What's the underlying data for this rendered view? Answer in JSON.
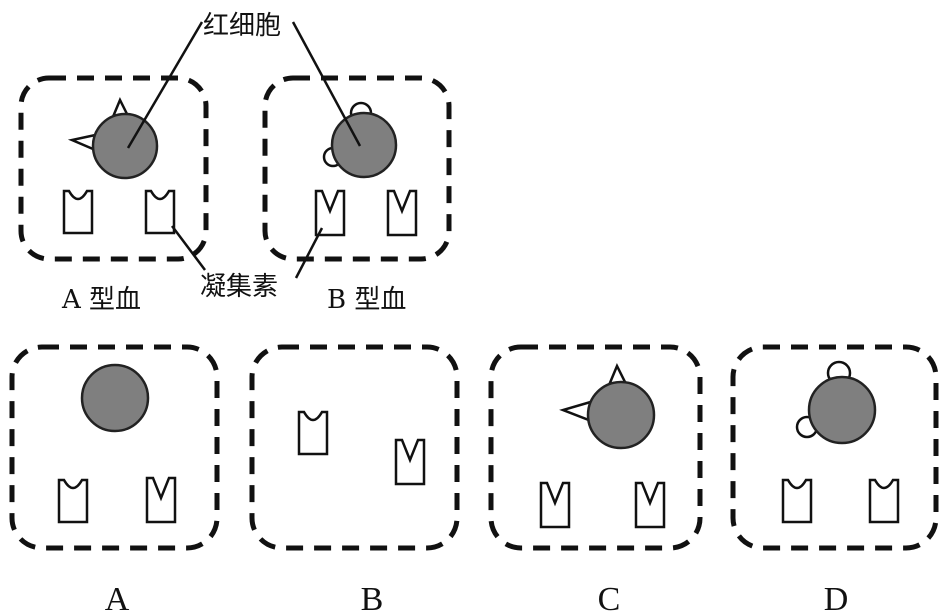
{
  "labels": {
    "red_blood_cell": "红细胞",
    "agglutinin": "凝集素",
    "type_a": "A 型血",
    "type_b": "B 型血"
  },
  "options": [
    "A",
    "B",
    "C",
    "D"
  ],
  "colors": {
    "cell_fill": "#7f7f7f",
    "stroke": "#111111"
  }
}
